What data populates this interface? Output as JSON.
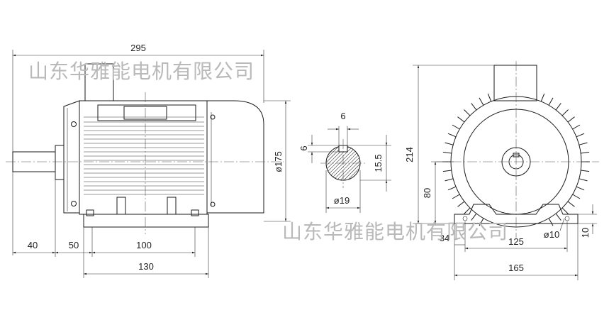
{
  "watermark": {
    "top_text": "山东华雅能电机有限公司",
    "bottom_text": "山东华雅能电机有限公司"
  },
  "side_view": {
    "overall_length": "295",
    "shaft_length": "40",
    "foot_offset": "50",
    "foot_hole_spacing": "100",
    "foot_length": "130",
    "body_diameter": "ø175"
  },
  "shaft_section": {
    "key_width": "6",
    "key_depth": "6",
    "shaft_height": "15.5",
    "shaft_diameter": "ø19"
  },
  "front_view": {
    "overall_height": "214",
    "center_height": "80",
    "foot_edge": "34",
    "foot_hole_spacing": "125",
    "foot_width": "165",
    "hole_diameter": "ø10",
    "foot_thickness": "10"
  }
}
